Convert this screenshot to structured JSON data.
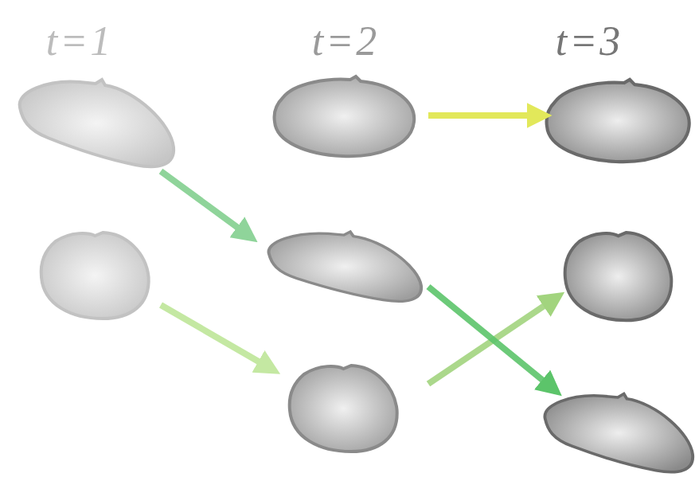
{
  "diagram": {
    "labels": [
      "t=1",
      "t=2",
      "t=3"
    ]
  }
}
